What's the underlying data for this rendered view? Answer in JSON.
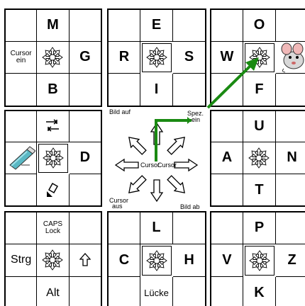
{
  "blocks": {
    "tl": {
      "top": "M",
      "left_line1": "Cursor",
      "left_line2": "ein",
      "right": "G",
      "bottom": "B"
    },
    "tm": {
      "top": "E",
      "left": "R",
      "right": "S",
      "bottom": "I"
    },
    "tr": {
      "top": "O",
      "left": "W",
      "right_icon": "mouse-icon",
      "bottom": "F"
    },
    "ml": {
      "top_icon": "tab-icon",
      "left_icon": "usb-stick-icon",
      "right": "D",
      "bottom_icon": "return-icon"
    },
    "mr": {
      "top": "U",
      "left": "A",
      "right": "N",
      "bottom": "T"
    },
    "bl": {
      "top_line1": "CAPS",
      "top_line2": "Lock",
      "left": "Strg",
      "right_icon": "shift-icon",
      "bottom": "Alt"
    },
    "bm": {
      "top": "L",
      "left": "C",
      "right": "H",
      "bottom": "Lücke"
    },
    "br": {
      "top": "P",
      "left": "V",
      "right": "Z",
      "bottom": "K"
    }
  },
  "center": {
    "bild_auf": "Bild auf",
    "spez_line1": "Spez.",
    "spez_line2": "ein",
    "cursor_left": "Cursor",
    "cursor_right": "Cursor",
    "cursor_aus_line1": "Cursor",
    "cursor_aus_line2": "aus",
    "bild_ab": "Bild ab"
  },
  "colors": {
    "path": "#1a8a12",
    "usb_body": "#5ab8c4"
  }
}
